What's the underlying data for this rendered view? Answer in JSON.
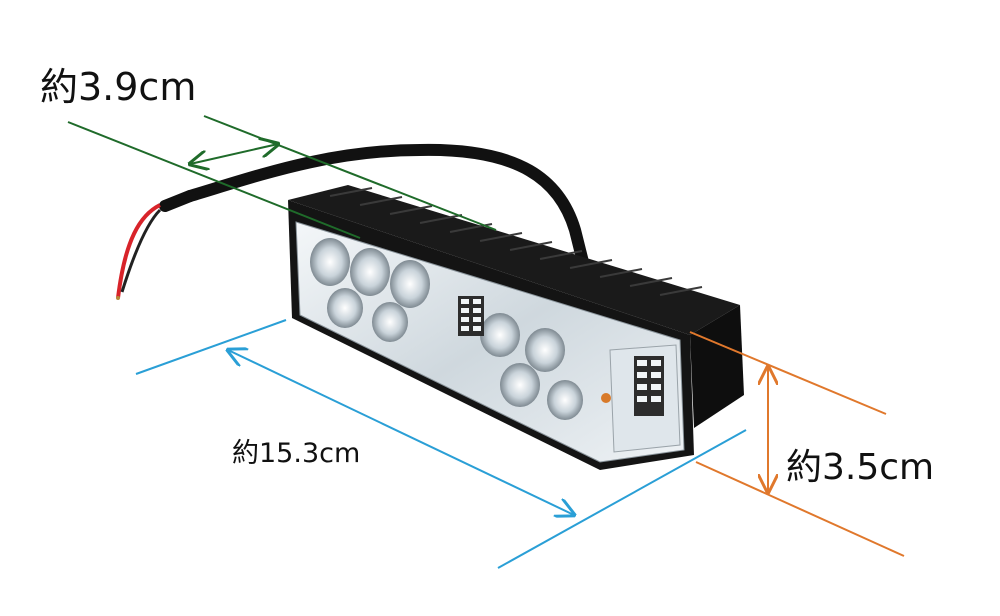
{
  "dimensions": {
    "depth": "約3.9cm",
    "length": "約15.3cm",
    "height": "約3.5cm"
  },
  "colors": {
    "depth_line": "#1f6b2a",
    "length_line": "#2a9fd6",
    "height_line": "#e0782c",
    "housing": "#141414",
    "lens": "#e8eef2",
    "wire_red": "#d8232a"
  }
}
